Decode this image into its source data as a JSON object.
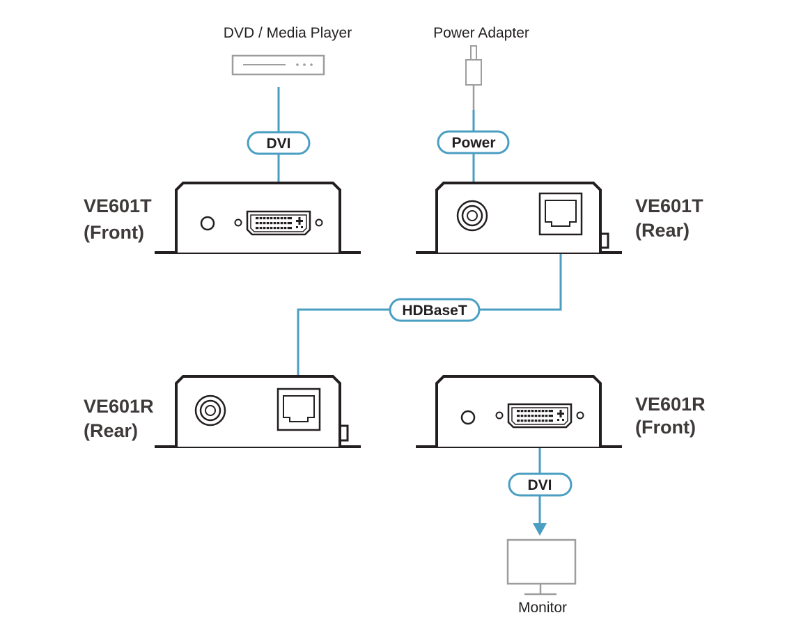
{
  "peripherals": {
    "source": "DVD / Media Player",
    "power": "Power Adapter",
    "display": "Monitor"
  },
  "devices": {
    "tx_front": {
      "model": "VE601T",
      "side": "(Front)"
    },
    "tx_rear": {
      "model": "VE601T",
      "side": "(Rear)"
    },
    "rx_rear": {
      "model": "VE601R",
      "side": "(Rear)"
    },
    "rx_front": {
      "model": "VE601R",
      "side": "(Front)"
    }
  },
  "connections": {
    "dvi_in": "DVI",
    "power": "Power",
    "hdbaset": "HDBaseT",
    "dvi_out": "DVI"
  },
  "colors": {
    "cable": "#4a9ec2",
    "device_outline": "#231f20",
    "peripheral_outline": "#9d9d9d",
    "device_label": "#3e3a39"
  }
}
